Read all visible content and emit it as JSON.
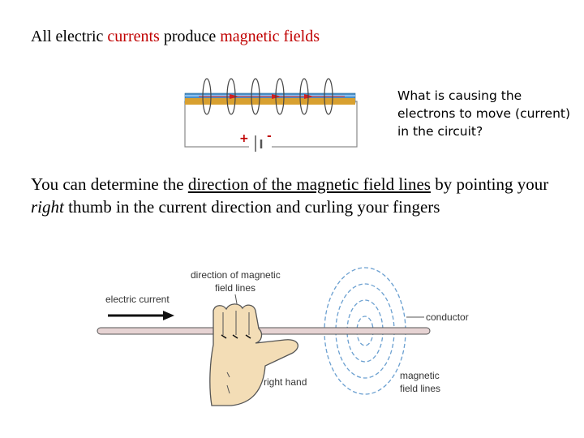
{
  "title": {
    "part1": "All electric ",
    "word_currents": "currents",
    "part2": " produce ",
    "word_fields": "magnetic fields"
  },
  "question": "What is causing the electrons to move (current) in the circuit?",
  "circuit": {
    "plus": "+",
    "minus": "-"
  },
  "body": {
    "part1": "You can determine the ",
    "underlined": "direction of the magnetic field lines",
    "part2": " by pointing your ",
    "italic": "right",
    "part3": " thumb in the current direction and curling your fingers"
  },
  "diagram": {
    "label_field_lines_1": "direction of magnetic",
    "label_field_lines_2": "field lines",
    "label_current": "electric current",
    "label_conductor": "conductor",
    "label_hand": "right hand",
    "label_mag_1": "magnetic",
    "label_mag_2": "field lines"
  },
  "colors": {
    "accent_red": "#c00000",
    "wire_blue": "#4a90c8",
    "wire_gold": "#d8a030",
    "field_blue": "#6a9fd0",
    "skin": "#f3ddb6"
  }
}
